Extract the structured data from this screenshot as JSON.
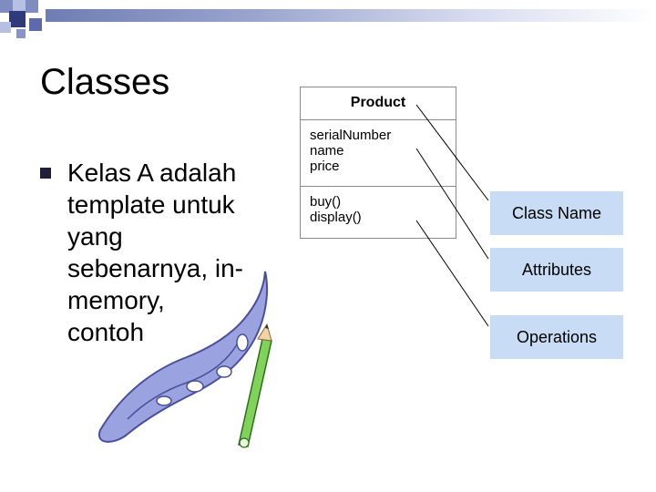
{
  "slide": {
    "title": "Classes",
    "bullet": "Kelas A adalah\ntemplate untuk\nyang\nsebenarnya, in-\nmemory,\ncontoh"
  },
  "uml": {
    "class_name": "Product",
    "attributes": [
      "serialNumber",
      "name",
      "price"
    ],
    "operations": [
      "buy()",
      "display()"
    ]
  },
  "labels": {
    "class_name": "Class Name",
    "attributes": "Attributes",
    "operations": "Operations"
  },
  "colors": {
    "label_fill": "#c9dcf5",
    "accent": "#6e7db2",
    "bullet": "#1f1f3a"
  },
  "icons": [
    "decorative-squares-icon",
    "ruler-curve-icon",
    "pencil-icon"
  ]
}
